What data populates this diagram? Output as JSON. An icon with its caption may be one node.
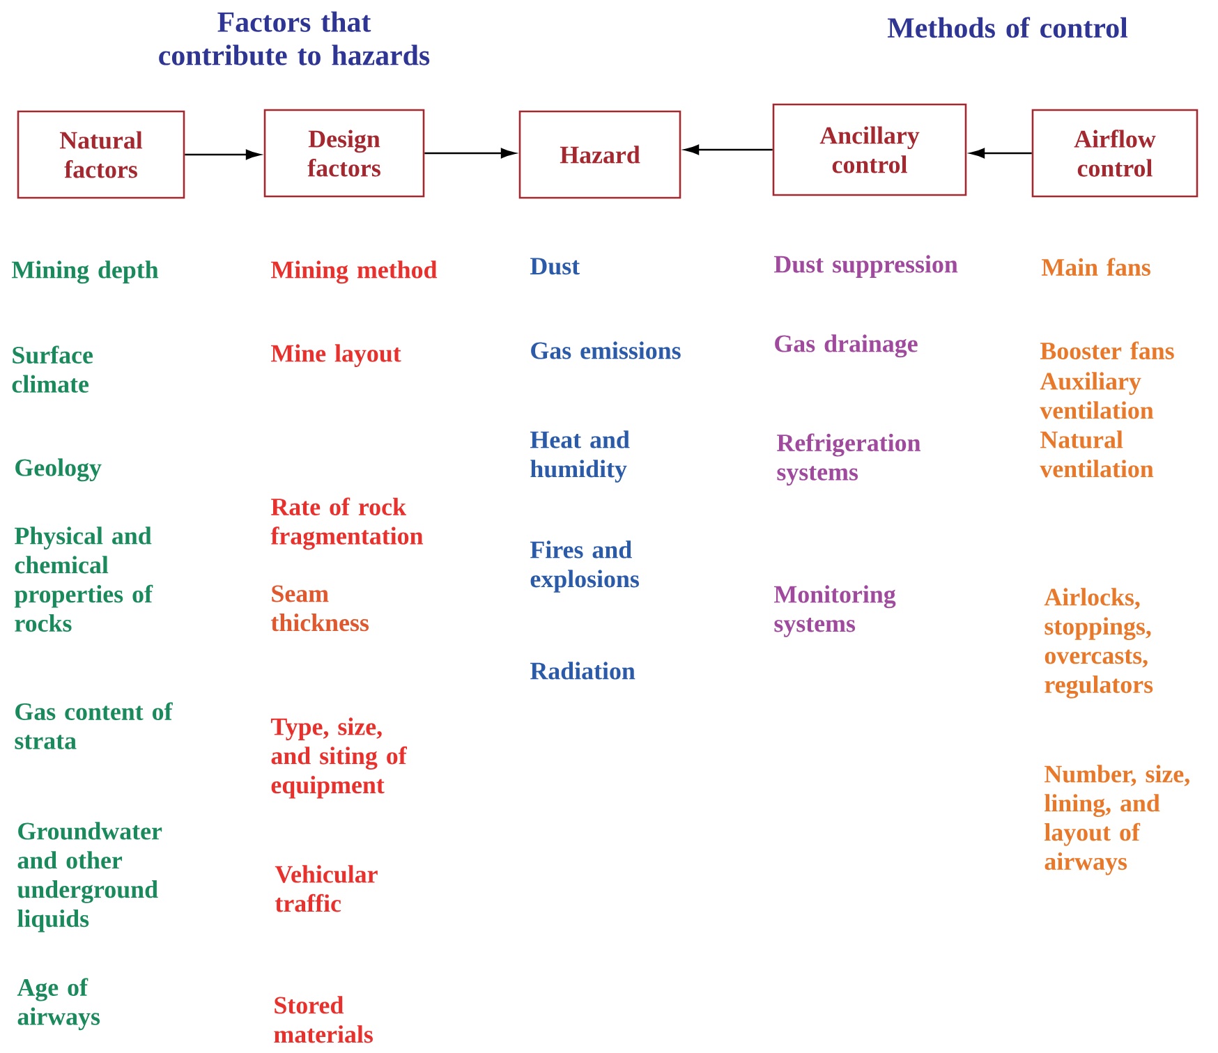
{
  "diagram": {
    "nodes": [
      {
        "text": [
          "Natural factors"
        ]
      },
      {
        "text": [
          "Design factors"
        ]
      },
      {
        "text": [
          "Hazard"
        ]
      },
      {
        "text": [
          "Ancillary control"
        ]
      },
      {
        "text": [
          "Airflow control"
        ]
      }
    ],
    "edges": [
      {
        "from": 0,
        "to": 1,
        "arrow": "to"
      },
      {
        "from": 1,
        "to": 2,
        "arrow": "to"
      },
      {
        "from": 3,
        "to": 2,
        "arrow": "to"
      },
      {
        "from": 4,
        "to": 3,
        "arrow": "to"
      }
    ],
    "labels": [
      "Factors that contribute to hazards",
      "Methods of control",
      "Mining depth",
      "Surface climate",
      "Geology",
      "Physical and chemical properties of rocks",
      "Gas content of strata",
      "Groundwater and other underground liquids",
      "Age of airways",
      "Mining method",
      "Mine layout",
      "Rate of rock fragmentation",
      "Seam thickness",
      "Type, size, and siting of equipment",
      "Vehicular traffic",
      "Stored materials",
      "Dust",
      "Gas emissions",
      "Heat and humidity",
      "Fires and explosions",
      "Radiation",
      "Dust suppression",
      "Gas drainage",
      "Refrigeration systems",
      "Monitoring systems",
      "Main fans",
      "Booster fans",
      "Auxiliary ventilation",
      "Natural ventilation",
      "Airlocks, stoppings, overcasts, regulators",
      "Number, size, lining, and layout of airways"
    ]
  }
}
